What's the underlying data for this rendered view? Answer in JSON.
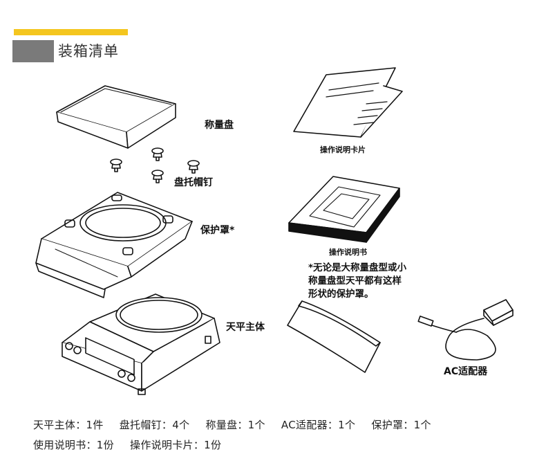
{
  "header": {
    "title": "装箱清单"
  },
  "labels": {
    "pan": "称量盘",
    "pan_support_caps": "盘托帽钉",
    "cover": "保护罩*",
    "main_unit": "天平主体",
    "operation_card": "操作说明卡片",
    "manual": "操作说明书",
    "adapter": "AC适配器"
  },
  "note": {
    "line1": "*无论是大称量盘型或小",
    "line2": "称量盘型天平都有这样",
    "line3": "形状的保护罩。"
  },
  "summary": {
    "row1": [
      "天平主体：1件",
      "盘托帽钉：4个",
      "称量盘：1个",
      "AC适配器：1个",
      "保护罩：1个"
    ],
    "row2": [
      "使用说明书：1份",
      "操作说明卡片：1份"
    ]
  },
  "colors": {
    "accent": "#f4c61f",
    "block": "#7a7a7a"
  }
}
